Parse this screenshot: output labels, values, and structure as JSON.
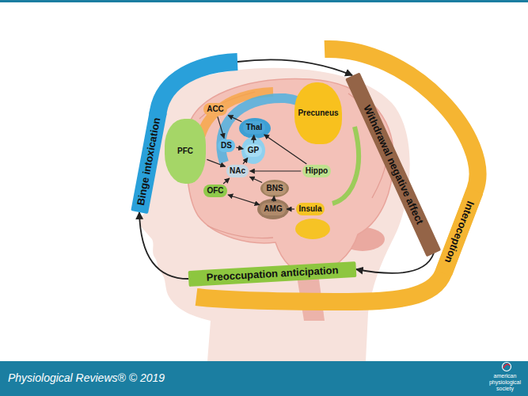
{
  "diagram": {
    "nodes": [
      {
        "text": [
          "Binge intoxication"
        ]
      },
      {
        "text": [
          "Withdrawal negative affect"
        ]
      },
      {
        "text": [
          "Interoception"
        ]
      },
      {
        "text": [
          "Preoccupation anticipation"
        ]
      },
      {
        "text": [
          "PFC"
        ]
      },
      {
        "text": [
          "ACC"
        ]
      },
      {
        "text": [
          "DS"
        ]
      },
      {
        "text": [
          "GP"
        ]
      },
      {
        "text": [
          "Thal"
        ]
      },
      {
        "text": [
          "Precuneus"
        ]
      },
      {
        "text": [
          "NAc"
        ]
      },
      {
        "text": [
          "OFC"
        ]
      },
      {
        "text": [
          "BNS"
        ]
      },
      {
        "text": [
          "AMG"
        ]
      },
      {
        "text": [
          "Insula"
        ]
      },
      {
        "text": [
          "Hippo"
        ]
      }
    ],
    "edges": [
      {
        "from": 0,
        "to": 1,
        "arrow": "to"
      },
      {
        "from": 1,
        "to": 3,
        "arrow": "to"
      },
      {
        "from": 3,
        "to": 0,
        "arrow": "to"
      },
      {
        "from": 5,
        "to": 6,
        "arrow": "to"
      },
      {
        "from": 4,
        "to": 10,
        "arrow": "to"
      },
      {
        "from": 6,
        "to": 7,
        "arrow": "to"
      },
      {
        "from": 10,
        "to": 7,
        "arrow": "to"
      },
      {
        "from": 7,
        "to": 8,
        "arrow": "to"
      },
      {
        "from": 8,
        "to": 5,
        "arrow": "to"
      },
      {
        "from": 15,
        "to": 8,
        "arrow": "to"
      },
      {
        "from": 15,
        "to": 10,
        "arrow": "to"
      },
      {
        "from": 12,
        "to": 10,
        "arrow": "to"
      },
      {
        "from": 11,
        "to": 10,
        "arrow": "to"
      },
      {
        "from": 13,
        "to": 12,
        "arrow": "to"
      },
      {
        "from": 13,
        "to": 11,
        "arrow": "both"
      },
      {
        "from": 14,
        "to": 13,
        "arrow": "to"
      }
    ],
    "labels": [
      "Physiological Reviews® © 2019",
      "american physiological society"
    ]
  }
}
